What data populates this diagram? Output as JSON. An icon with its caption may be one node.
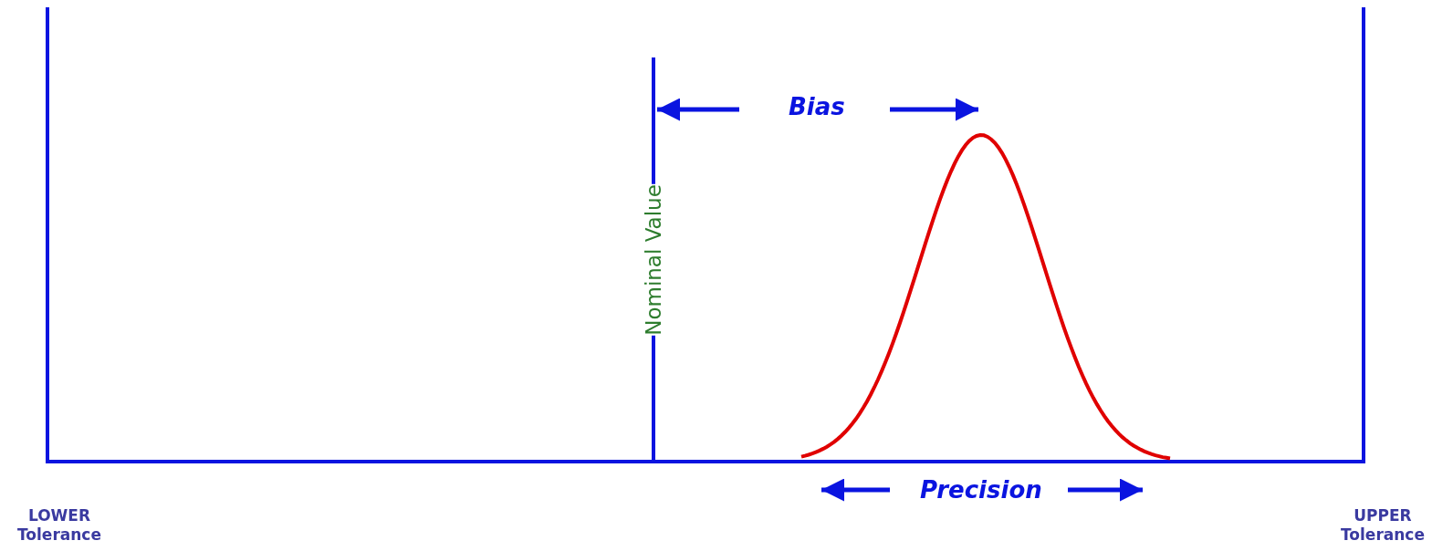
{
  "diagram": {
    "labels": [
      "Bias",
      "Nominal Value",
      "Precision",
      "LOWER Tolerance",
      "UPPER Tolerance"
    ]
  }
}
